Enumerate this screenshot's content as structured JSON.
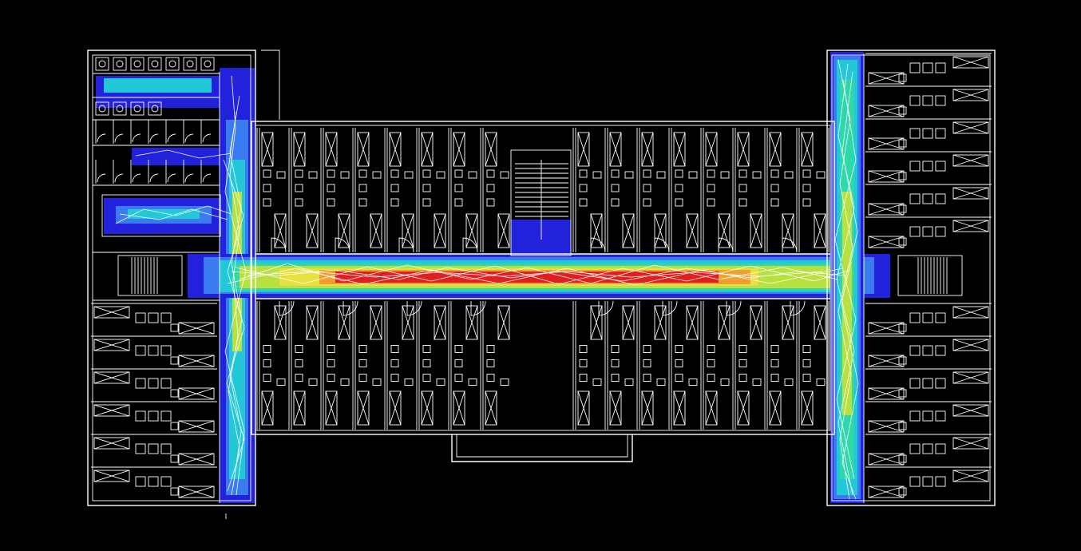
{
  "viewer": {
    "background_color": "#000000",
    "line_color": "#ffffff"
  },
  "floor_plan": {
    "wings": [
      "left-wing",
      "central-block",
      "right-wing"
    ],
    "rooms_per_side_center": 18,
    "icons": [
      "bed-icon",
      "desk-icon",
      "door-swing-icon",
      "stair-icon",
      "toilet-icon"
    ]
  },
  "heatmap": {
    "colormap": [
      "#2222dd",
      "#3a7cf0",
      "#22c8d8",
      "#2ed8a8",
      "#b8e040",
      "#e8e040",
      "#f0a030",
      "#e02020"
    ],
    "levels": [
      "low",
      "medium-low",
      "medium",
      "medium-high",
      "high",
      "very-high",
      "peak"
    ]
  }
}
